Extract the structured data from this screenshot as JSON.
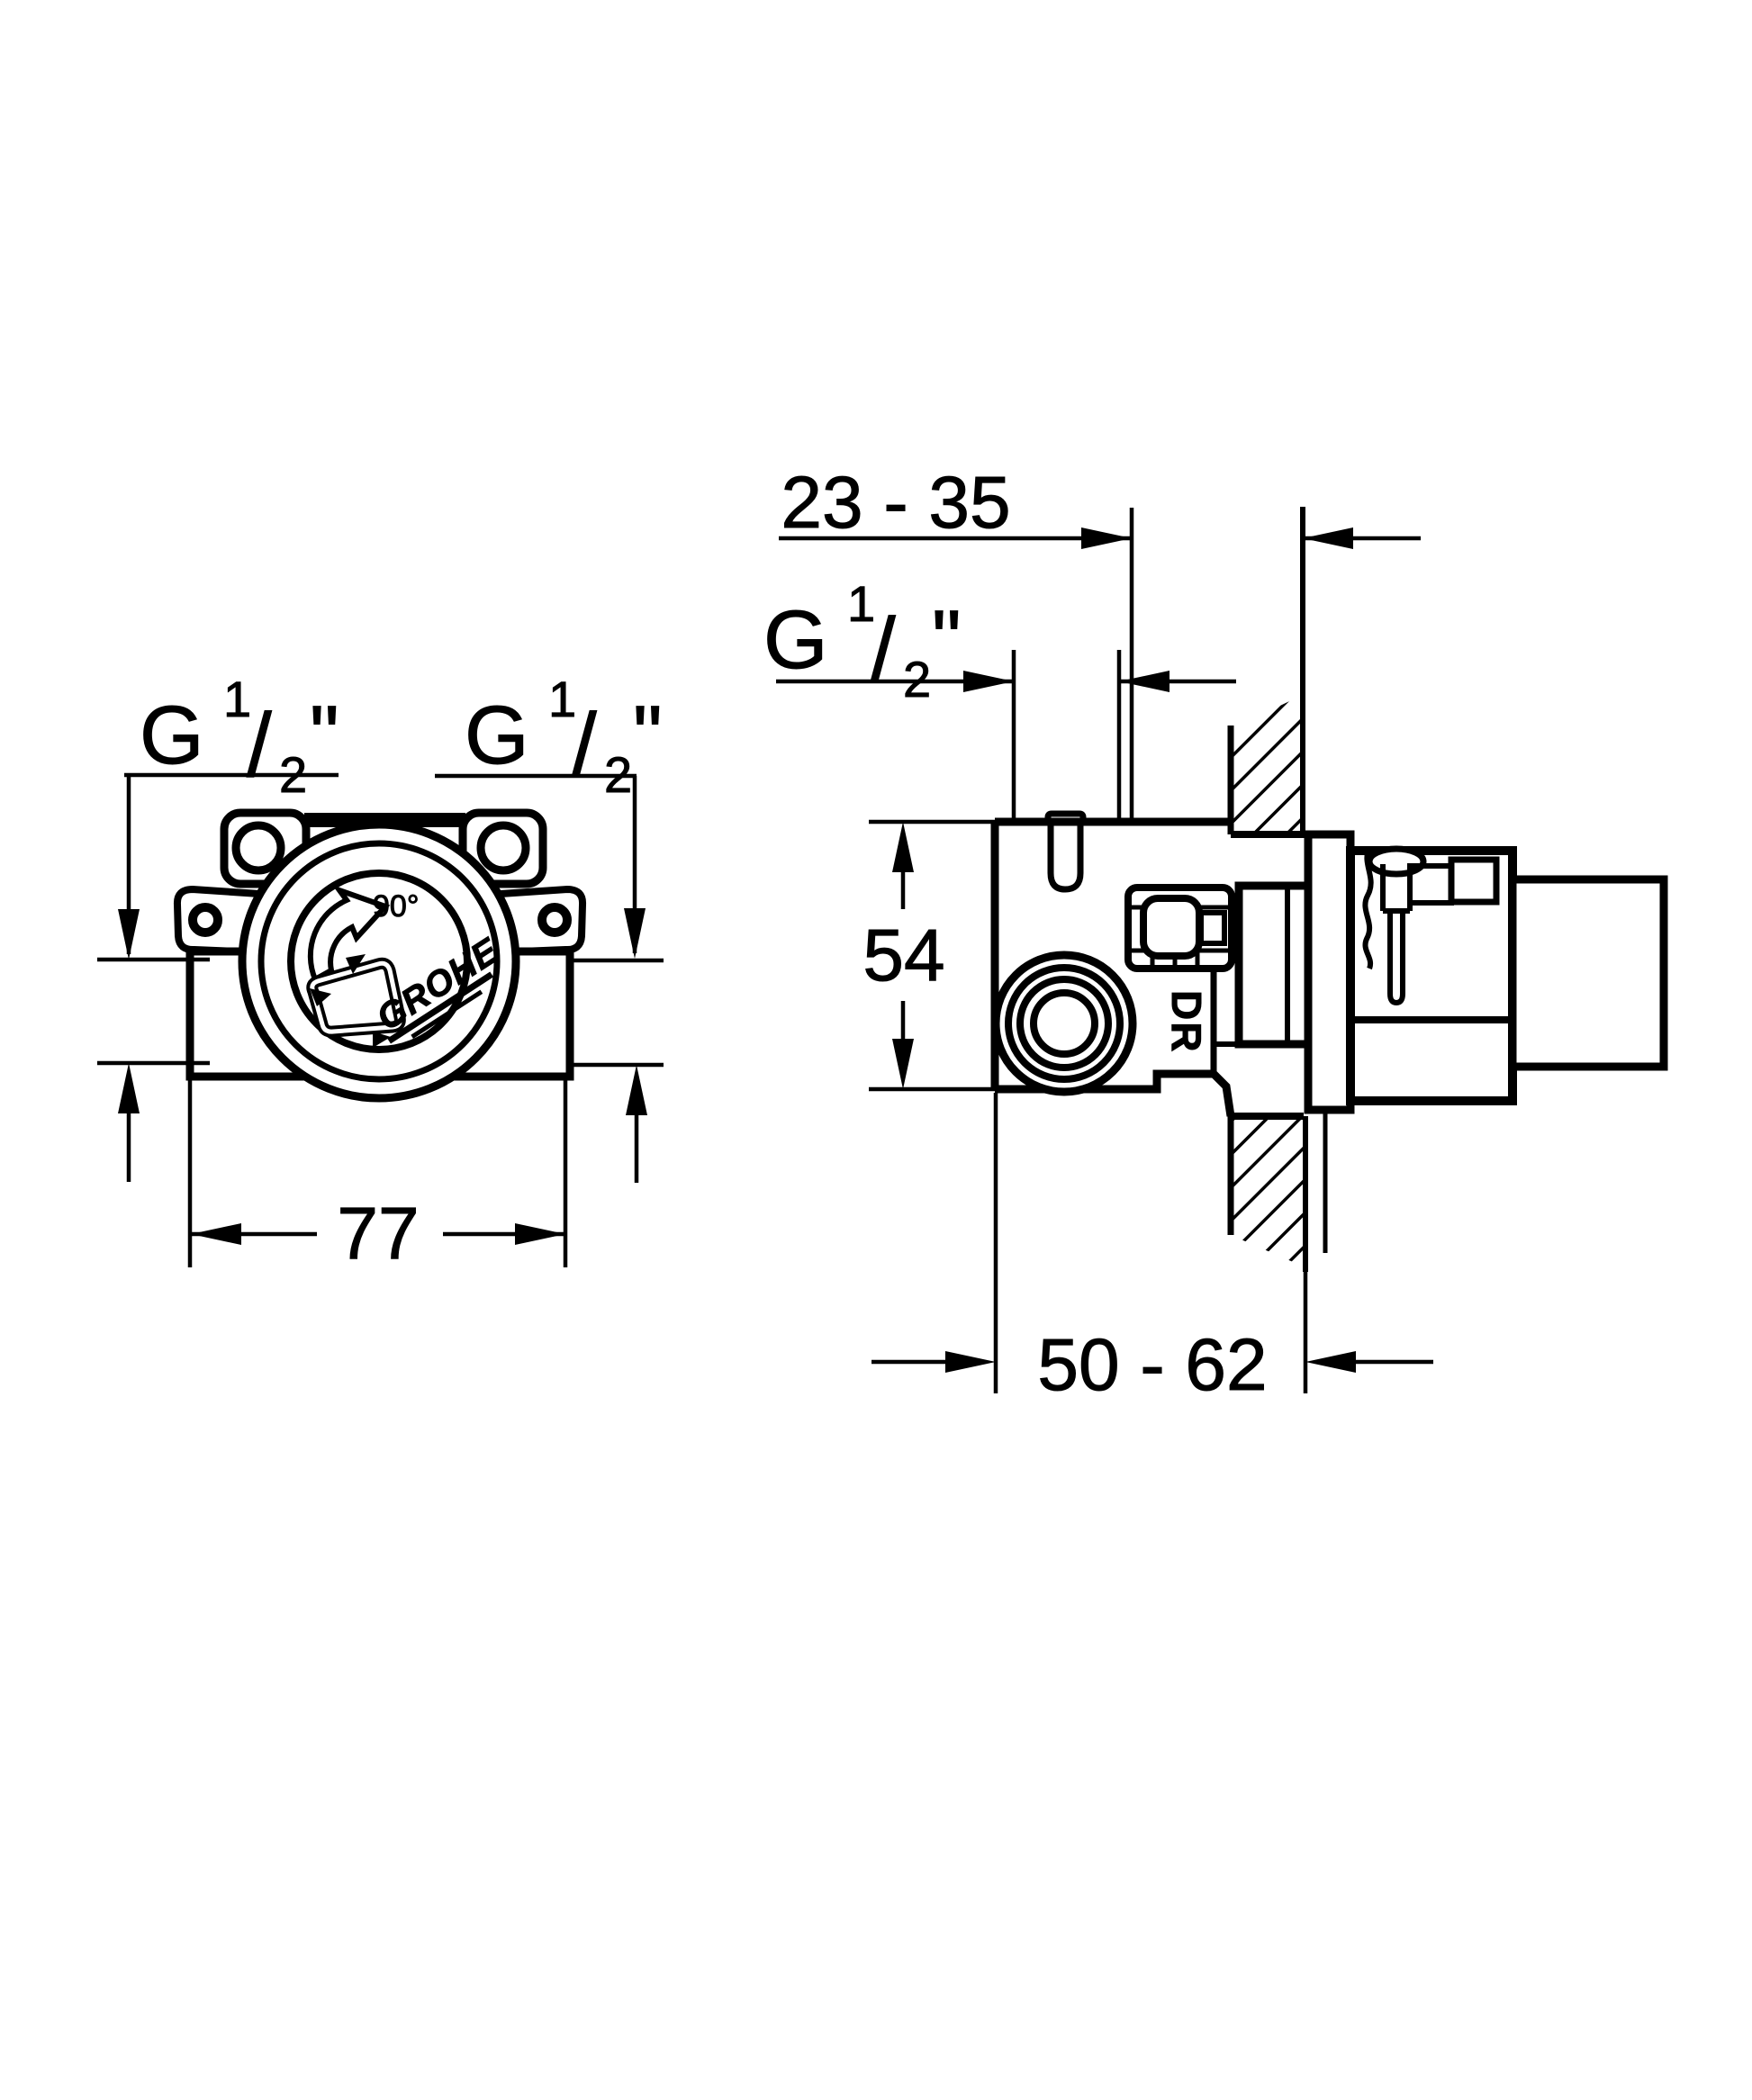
{
  "title": "Concealed valve rough-in body dimensional drawing",
  "colors": {
    "background": "#ffffff",
    "line": "#000000"
  },
  "front_view": {
    "port_label_left": {
      "full": "G 1/2\"",
      "prefix": "G",
      "numerator": "1",
      "slash": "/",
      "denominator": "2",
      "quote": "\""
    },
    "port_label_right": {
      "full": "G 1/2\"",
      "prefix": "G",
      "numerator": "1",
      "slash": "/",
      "denominator": "2",
      "quote": "\""
    },
    "width_dimension": "77",
    "rotation_angle_label": "90°",
    "logo": "GROHE"
  },
  "side_view": {
    "depth_range_dimension": "23 - 35",
    "port_label": {
      "full": "G 1/2\"",
      "prefix": "G",
      "numerator": "1",
      "slash": "/",
      "denominator": "2",
      "quote": "\""
    },
    "height_dimension": "54",
    "wall_range_dimension": "50 - 62",
    "body_marking": "DR"
  }
}
